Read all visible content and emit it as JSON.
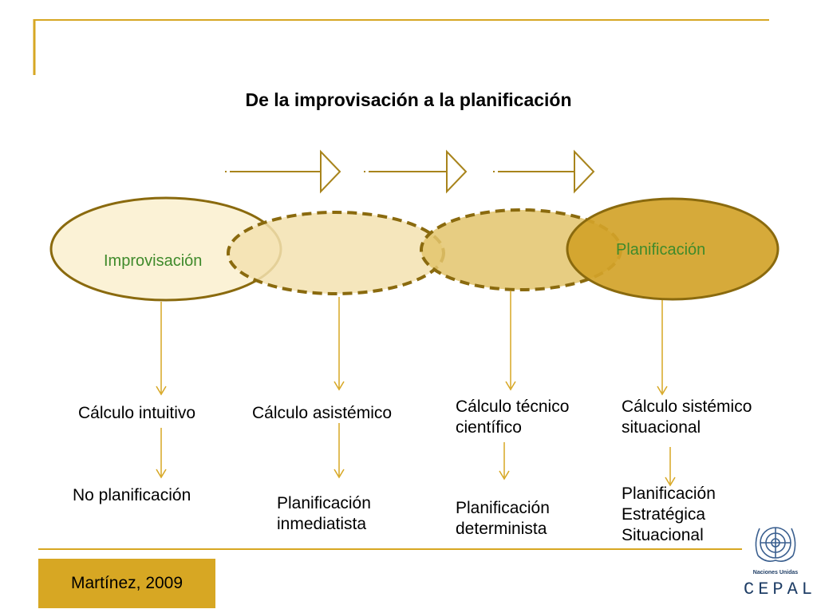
{
  "title": "De la improvisación a la planificación",
  "stages": [
    {
      "ellipse_label": "Improvisación",
      "calculo": "Cálculo intuitivo",
      "planificacion": "No planificación"
    },
    {
      "ellipse_label": "",
      "calculo": "Cálculo asistémico",
      "planificacion": "Planificación\ninmediatista"
    },
    {
      "ellipse_label": "",
      "calculo": "Cálculo técnico\ncientífico",
      "planificacion": "Planificación\ndeterminista"
    },
    {
      "ellipse_label": "Planificación",
      "calculo": "Cálculo sistémico\nsituacional",
      "planificacion": "Planificación\nEstratégica\nSituacional"
    }
  ],
  "author": "Martínez, 2009",
  "logo": {
    "org_text": "Naciones Unidas",
    "acronym": "CEPAL",
    "icon": "un-emblem-icon"
  },
  "colors": {
    "gold_line": "#d7a723",
    "ellipse_1_fill": "#fbf2d6",
    "ellipse_2_fill": "#f3e2b0",
    "ellipse_3_fill": "#e3c46c",
    "ellipse_4_fill": "#d2a329",
    "outline": "#8a6a0e",
    "ellipse_label": "#3f8a2b"
  }
}
